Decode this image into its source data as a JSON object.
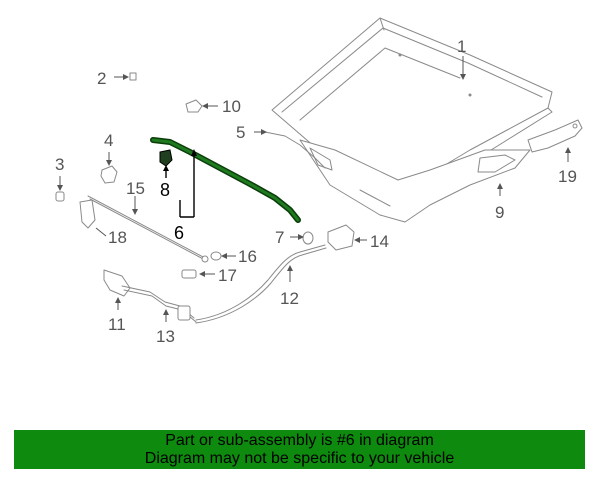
{
  "diagram": {
    "callouts": {
      "c1": "1",
      "c2": "2",
      "c3": "3",
      "c4": "4",
      "c5": "5",
      "c6": "6",
      "c7": "7",
      "c8": "8",
      "c9": "9",
      "c10": "10",
      "c11": "11",
      "c12": "12",
      "c13": "13",
      "c14": "14",
      "c15": "15",
      "c16": "16",
      "c17": "17",
      "c18": "18",
      "c19": "19"
    },
    "highlight_color": "#0e8a0e",
    "highlight_stroke": "#0a3d0a"
  },
  "banner": {
    "line1": "Part or sub-assembly is #6 in diagram",
    "line2": "Diagram may not be specific to your vehicle",
    "color": "#0e8a0e"
  }
}
